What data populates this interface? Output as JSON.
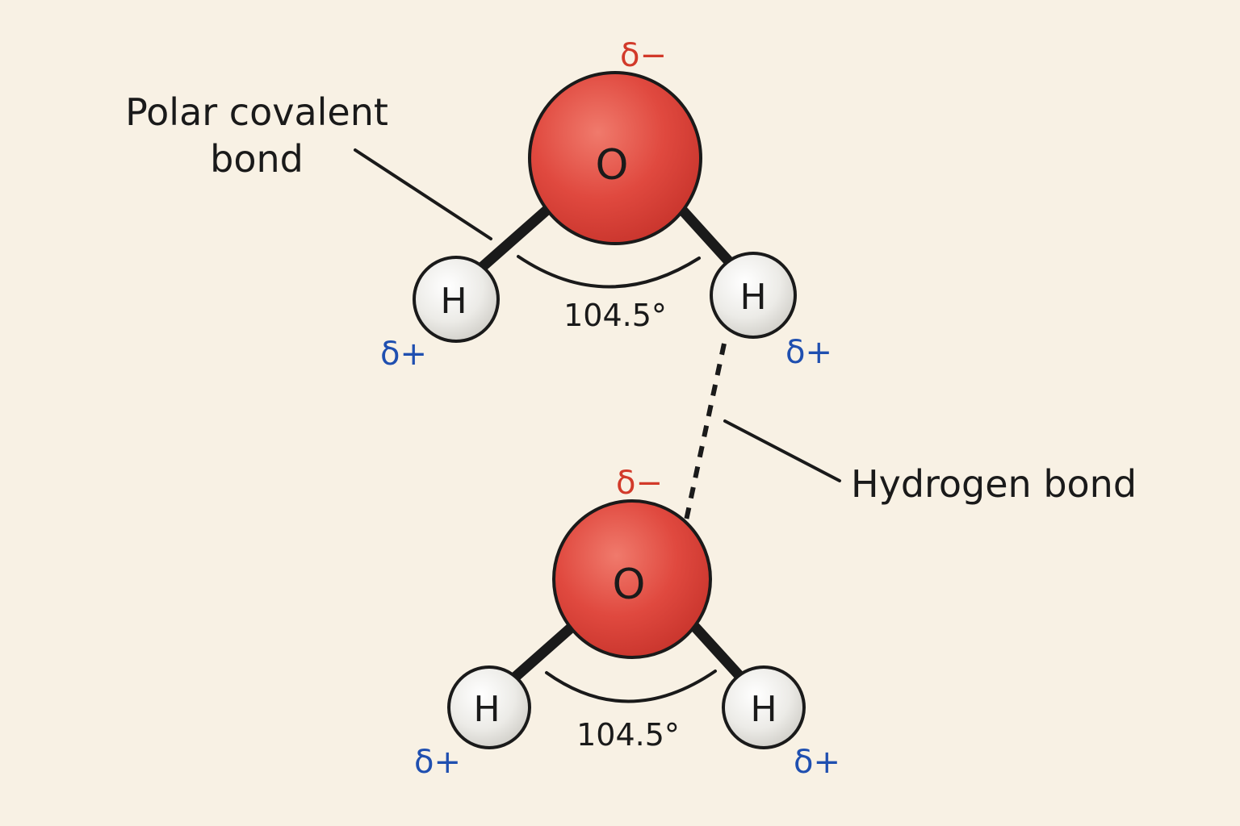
{
  "labels": {
    "polar_covalent_bond_line1": "Polar covalent",
    "polar_covalent_bond_line2": "bond",
    "hydrogen_bond": "Hydrogen bond"
  },
  "molecules": [
    {
      "oxygen_symbol": "O",
      "hydrogen_left_symbol": "H",
      "hydrogen_right_symbol": "H",
      "bond_angle": "104.5°",
      "oxygen_charge": "δ−",
      "hydrogen_left_charge": "δ+",
      "hydrogen_right_charge": "δ+"
    },
    {
      "oxygen_symbol": "O",
      "hydrogen_left_symbol": "H",
      "hydrogen_right_symbol": "H",
      "bond_angle": "104.5°",
      "oxygen_charge": "δ−",
      "hydrogen_left_charge": "δ+",
      "hydrogen_right_charge": "δ+"
    }
  ],
  "colors": {
    "background": "#f8f1e4",
    "oxygen": "#e0493f",
    "hydrogen": "#ecebe7",
    "negative_charge": "#d23a2a",
    "positive_charge": "#1f4fb0",
    "outline": "#1a1a1a"
  }
}
